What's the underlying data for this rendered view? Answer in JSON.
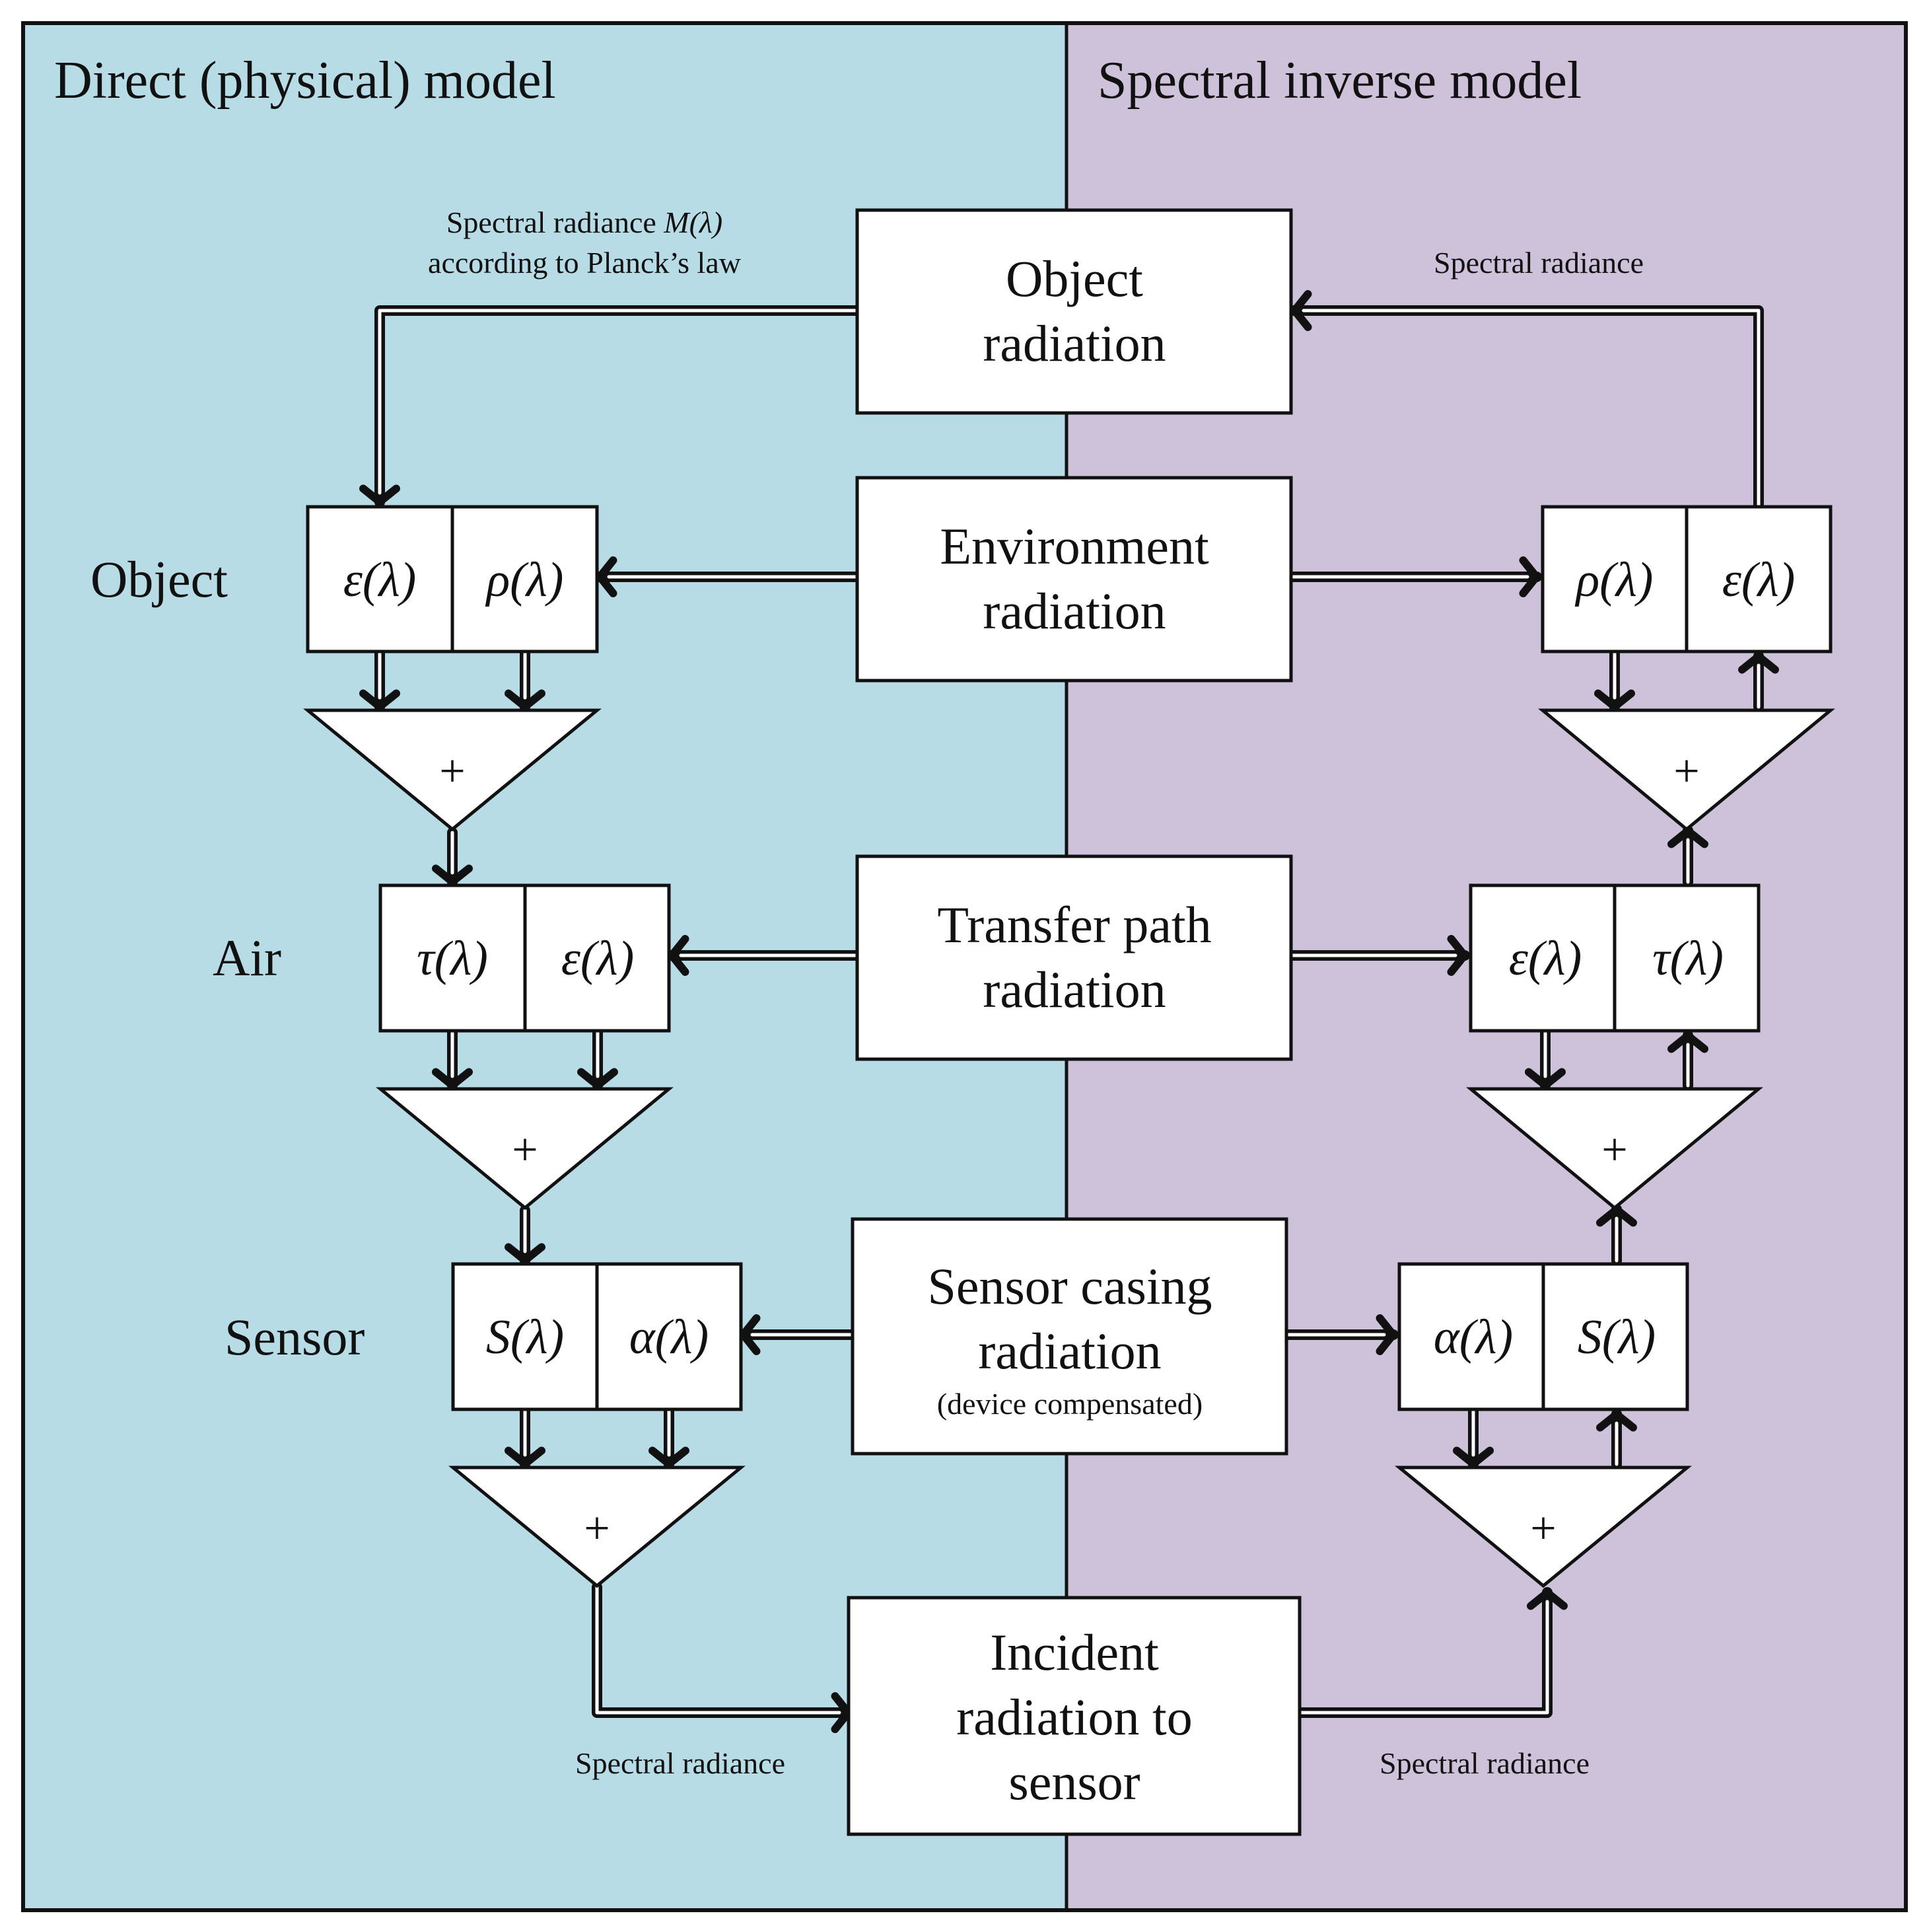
{
  "panels": {
    "left_title": "Direct (physical) model",
    "right_title": "Spectral inverse model",
    "left_color": "#b8dce6",
    "right_color": "#cdc2d9"
  },
  "center_boxes": {
    "object": [
      "Object",
      "radiation"
    ],
    "environment": [
      "Environment",
      "radiation"
    ],
    "transfer": [
      "Transfer path",
      "radiation"
    ],
    "sensor_casing": [
      "Sensor casing",
      "radiation"
    ],
    "sensor_casing_note": "(device compensated)",
    "incident": [
      "Incident",
      "radiation to",
      "sensor"
    ]
  },
  "row_labels": {
    "object": "Object",
    "air": "Air",
    "sensor": "Sensor"
  },
  "left_cells": {
    "object": [
      "ε(λ)",
      "ρ(λ)"
    ],
    "air": [
      "τ(λ)",
      "ε(λ)"
    ],
    "sensor": [
      "S(λ)",
      "α(λ)"
    ]
  },
  "right_cells": {
    "object": [
      "ρ(λ)",
      "ε(λ)"
    ],
    "air": [
      "ε(λ)",
      "τ(λ)"
    ],
    "sensor": [
      "α(λ)",
      "S(λ)"
    ]
  },
  "sum_symbol": "+",
  "annotations": {
    "planck_line1_prefix": "Spectral radiance ",
    "planck_line1_symbol": "M(λ)",
    "planck_line2": "according to Planck’s law",
    "top_right": "Spectral radiance",
    "bottom_left": "Spectral radiance",
    "bottom_right": "Spectral radiance"
  }
}
